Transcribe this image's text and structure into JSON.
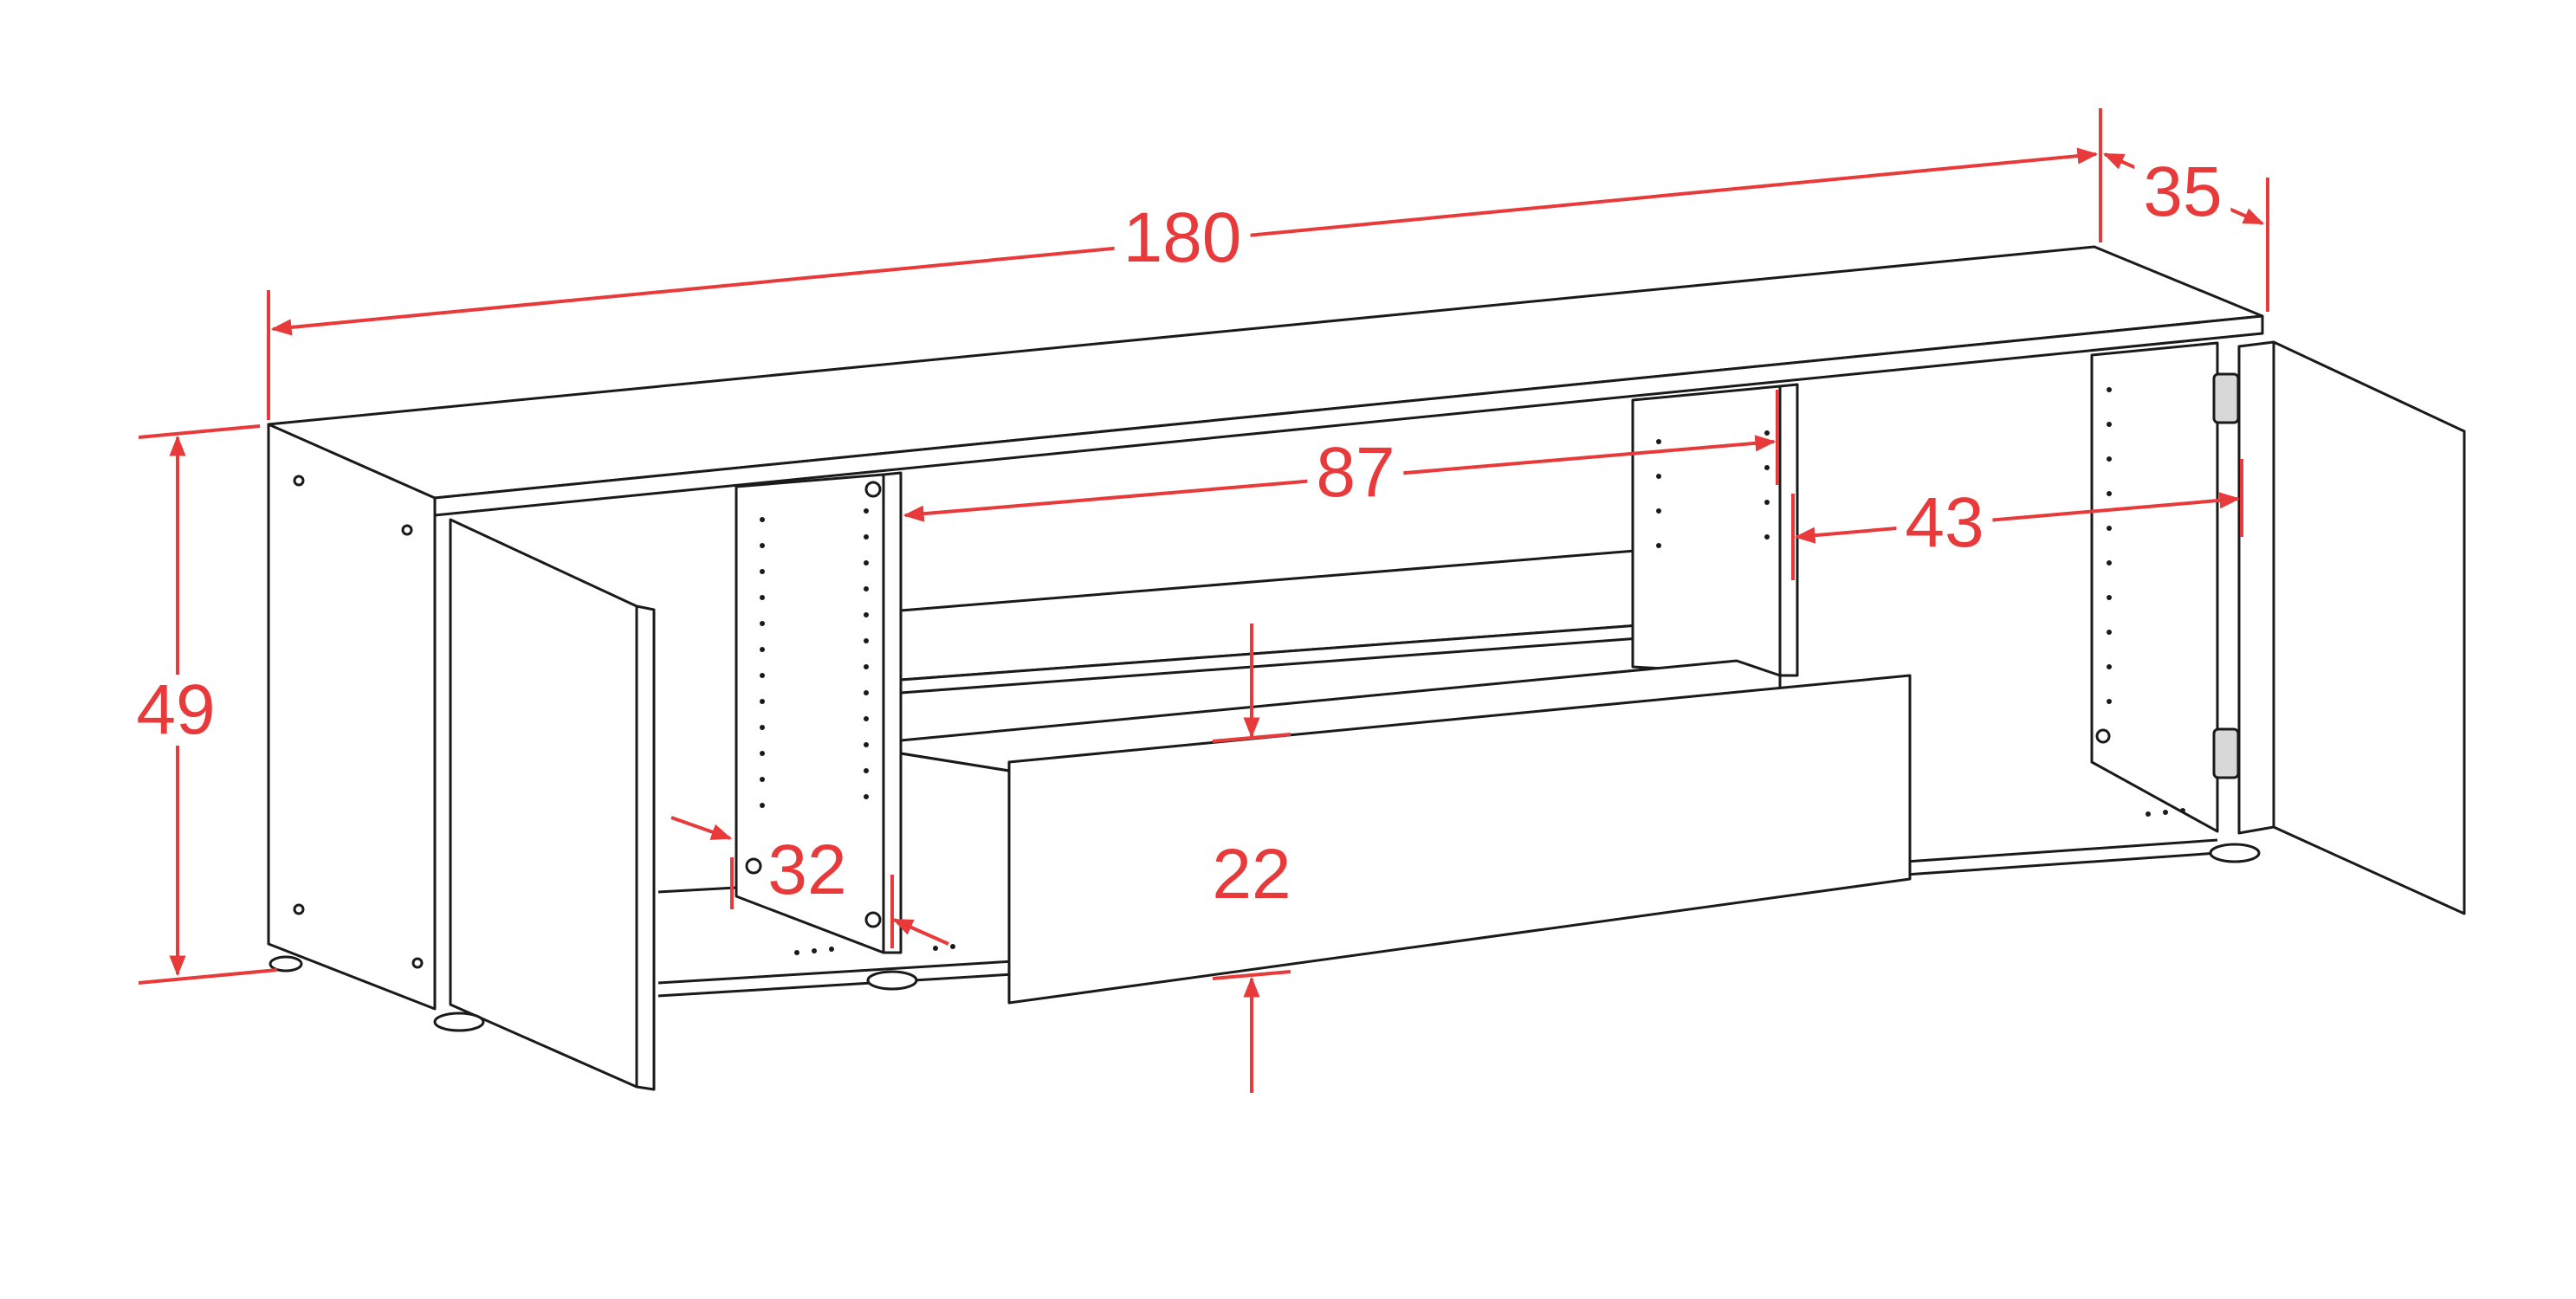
{
  "colors": {
    "line": "#1a1a1a",
    "dimension": "#e83a3a",
    "background": "#ffffff",
    "panel": "#ffffff"
  },
  "dimensions": {
    "total_width": "180",
    "depth": "35",
    "height": "49",
    "middle_opening": "87",
    "side_opening": "43",
    "drawer_front_height": "22",
    "inner_depth": "32"
  }
}
